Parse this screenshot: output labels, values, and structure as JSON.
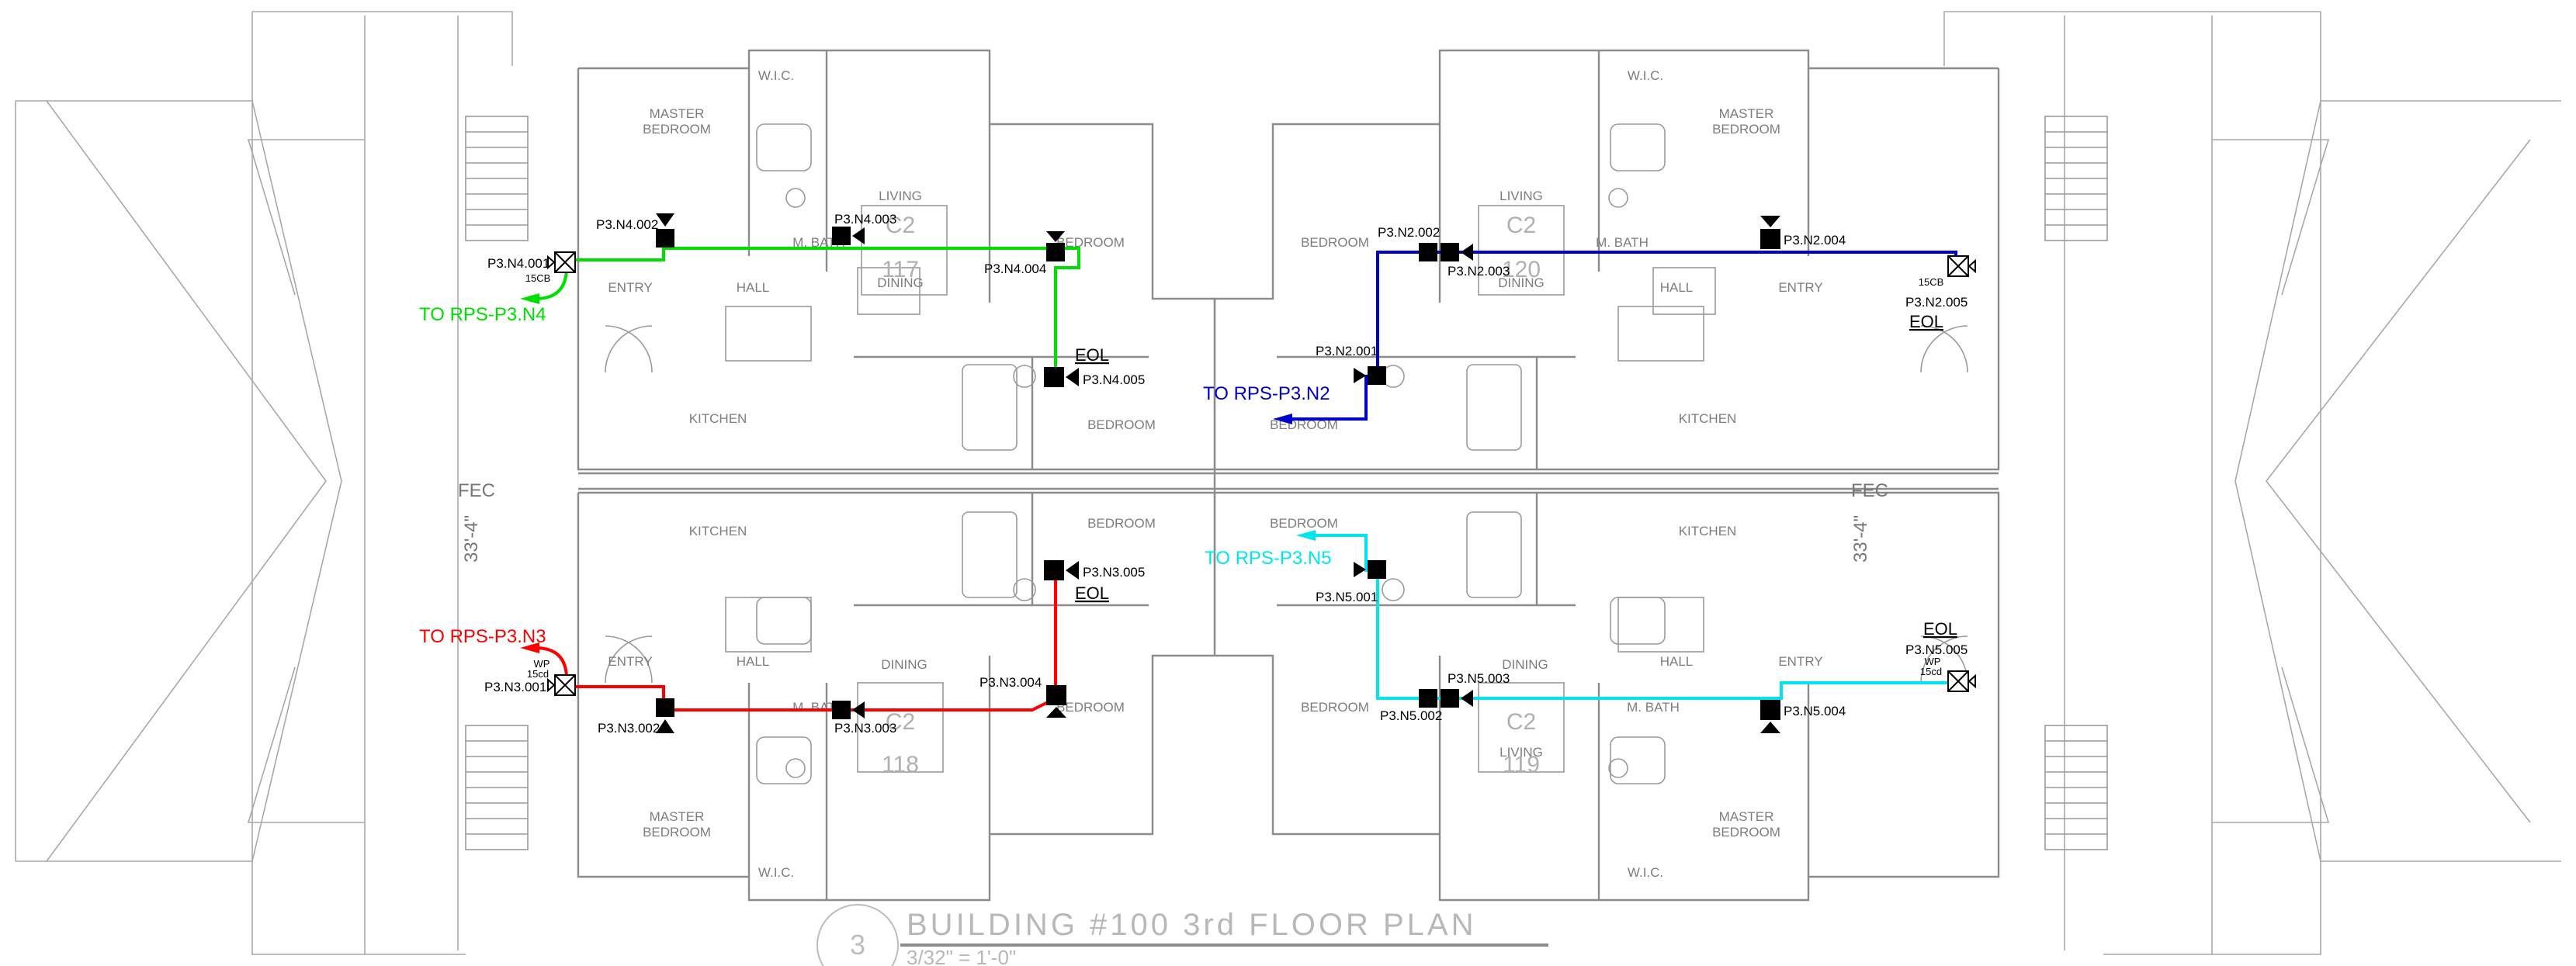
{
  "plan_title": "BUILDING #100 3rd FLOOR PLAN",
  "plan_scale": "3/32\" = 1'-0\"",
  "detail_number": "3",
  "dimension": "33'-4\"",
  "fec": "FEC",
  "rooms": {
    "master_bedroom_line1": "MASTER",
    "master_bedroom_line2": "BEDROOM",
    "wic": "W.I.C.",
    "living": "LIVING",
    "mbath": "M. BATH",
    "bedroom": "BEDROOM",
    "entry": "ENTRY",
    "hall": "HALL",
    "dining": "DINING",
    "kitchen": "KITCHEN"
  },
  "units": {
    "u117": "117",
    "u118": "118",
    "u119": "119",
    "u120": "120",
    "c2": "C2"
  },
  "panel_tags": {
    "wp": "WP",
    "cb15": "15cd",
    "cb15b": "15CB"
  },
  "eol": "EOL",
  "circuits": {
    "n4": {
      "color": "#00e000",
      "to": "TO RPS-P3.N4",
      "devices": [
        "P3.N4.001",
        "P3.N4.002",
        "P3.N4.003",
        "P3.N4.004",
        "P3.N4.005"
      ]
    },
    "n3": {
      "color": "#ff0000",
      "to": "TO RPS-P3.N3",
      "devices": [
        "P3.N3.001",
        "P3.N3.002",
        "P3.N3.003",
        "P3.N3.004",
        "P3.N3.005"
      ]
    },
    "n2": {
      "color": "#0000cc",
      "to": "TO RPS-P3.N2",
      "devices": [
        "P3.N2.001",
        "P3.N2.002",
        "P3.N2.003",
        "P3.N2.004",
        "P3.N2.005"
      ]
    },
    "n5": {
      "color": "#00e5ee",
      "to": "TO RPS-P3.N5",
      "devices": [
        "P3.N5.001",
        "P3.N5.002",
        "P3.N5.003",
        "P3.N5.004",
        "P3.N5.005"
      ]
    }
  }
}
